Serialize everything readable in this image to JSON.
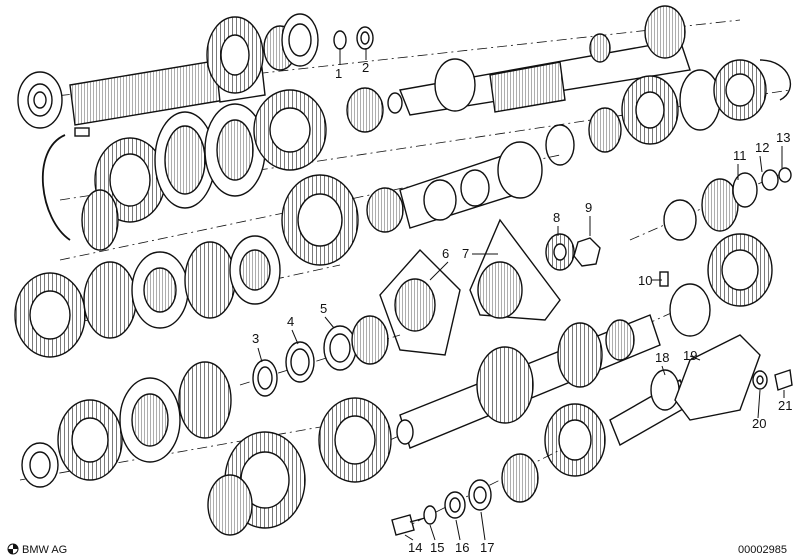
{
  "diagram": {
    "brand_label": "BMW AG",
    "diagram_number": "00002985",
    "callouts": [
      "1",
      "2",
      "3",
      "4",
      "5",
      "6",
      "7",
      "8",
      "9",
      "10",
      "11",
      "12",
      "13",
      "14",
      "15",
      "16",
      "17",
      "18",
      "19",
      "20",
      "21"
    ]
  }
}
